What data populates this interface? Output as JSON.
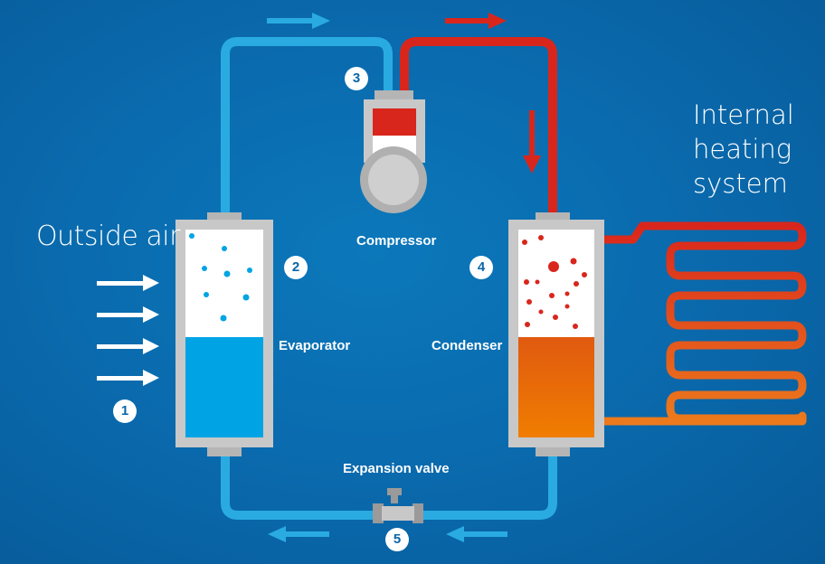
{
  "labels": {
    "outside_air": "Outside air",
    "internal_heating_line1": "Internal",
    "internal_heating_line2": "heating",
    "internal_heating_line3": "system",
    "compressor": "Compressor",
    "evaporator": "Evaporator",
    "condenser": "Condenser",
    "expansion_valve": "Expansion valve"
  },
  "steps": [
    "1",
    "2",
    "3",
    "4",
    "5"
  ],
  "colors": {
    "background": "#0a6aad",
    "cold_pipe": "#29abe2",
    "hot_pipe": "#d9261c",
    "evaporator_liquid": "#00a4e4",
    "condenser_liquid_top": "#e05a10",
    "condenser_liquid_bottom": "#f07d00",
    "vessel": "#c8c8c8"
  }
}
